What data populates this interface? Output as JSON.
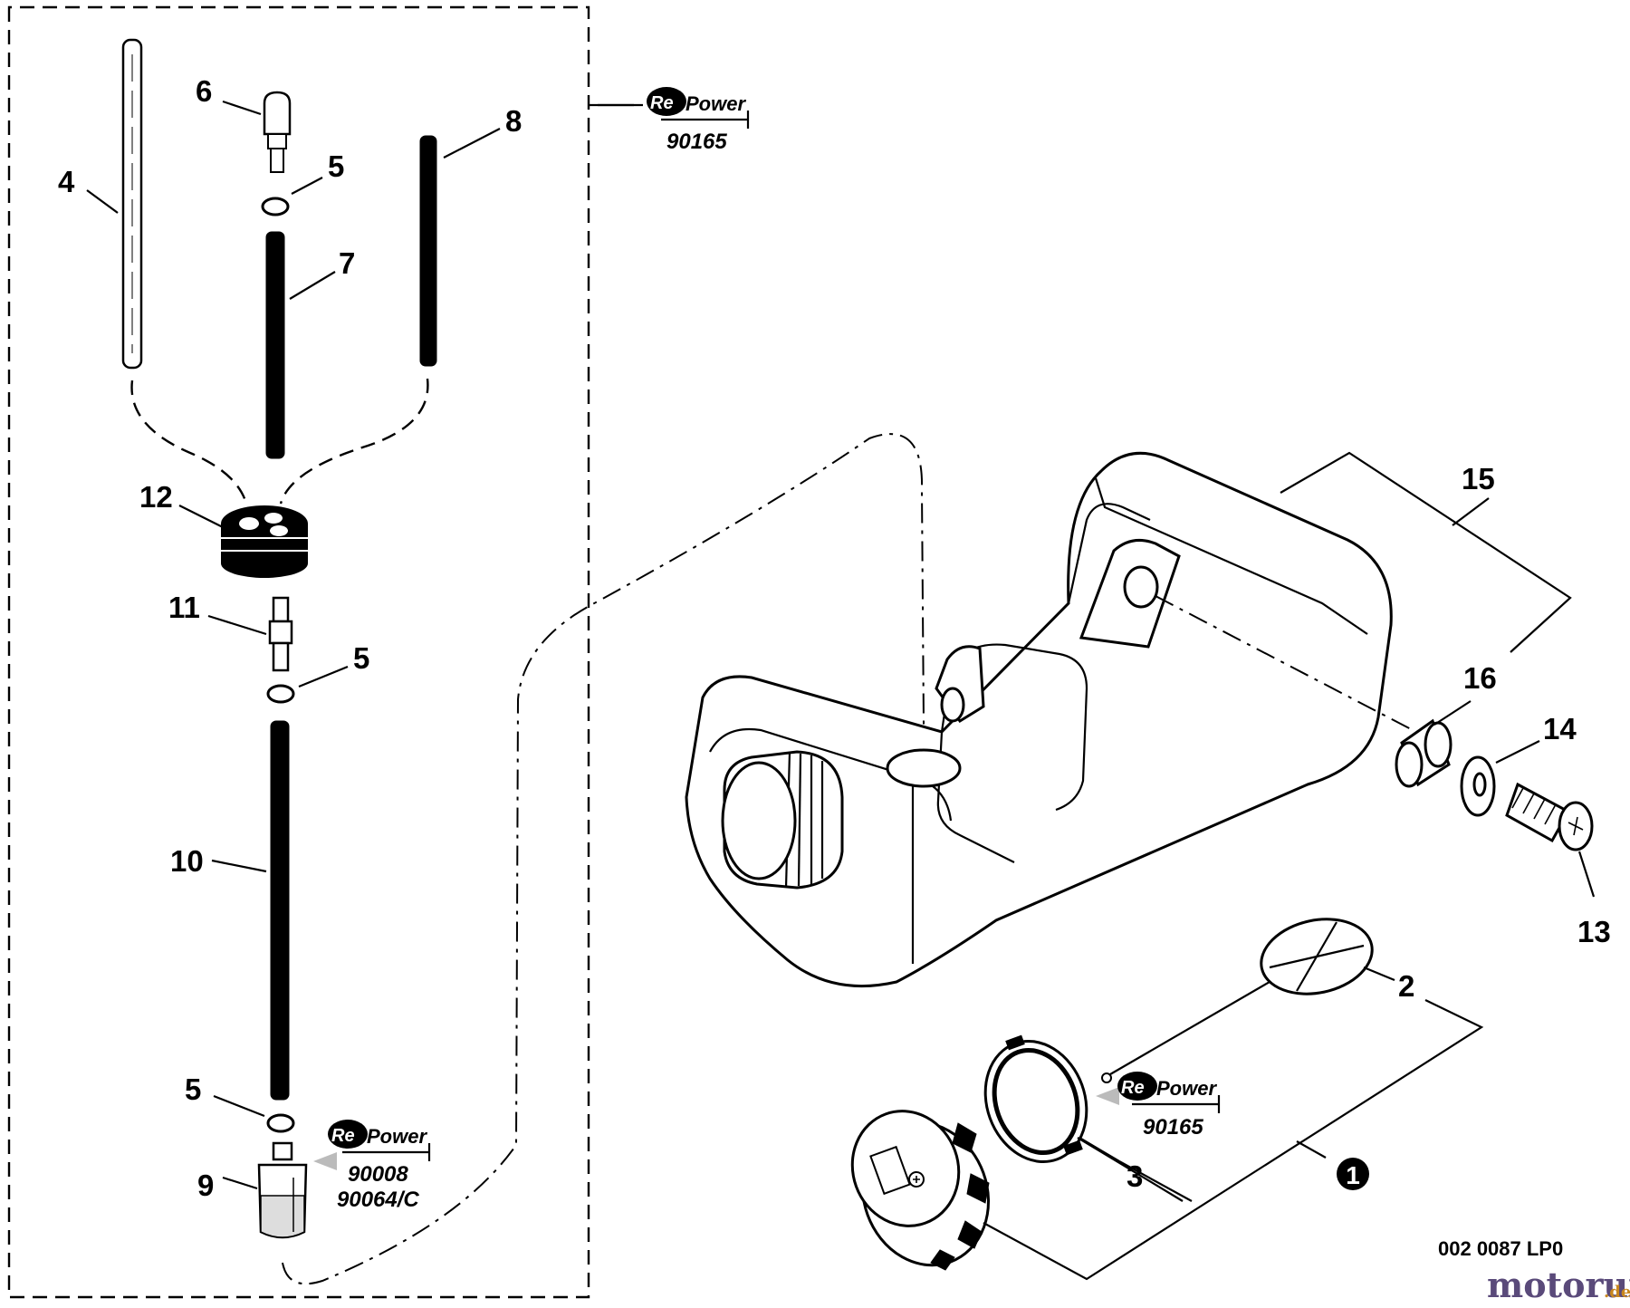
{
  "callouts": {
    "c1": "1",
    "c2": "2",
    "c3": "3",
    "c4": "4",
    "c5a": "5",
    "c5b": "5",
    "c5c": "5",
    "c6": "6",
    "c7": "7",
    "c8": "8",
    "c9": "9",
    "c10": "10",
    "c11": "11",
    "c12": "12",
    "c13": "13",
    "c14": "14",
    "c15": "15",
    "c16": "16"
  },
  "badges": [
    {
      "brand_re": "Re",
      "brand": "Power",
      "codes": [
        "90165"
      ]
    },
    {
      "brand_re": "Re",
      "brand": "Power",
      "codes": [
        "90008",
        "90064/C"
      ]
    },
    {
      "brand_re": "Re",
      "brand": "Power",
      "codes": [
        "90165"
      ]
    }
  ],
  "reference_code": "002 0087 LP0",
  "watermark": {
    "name": "motoruf",
    "tld": ".de"
  }
}
